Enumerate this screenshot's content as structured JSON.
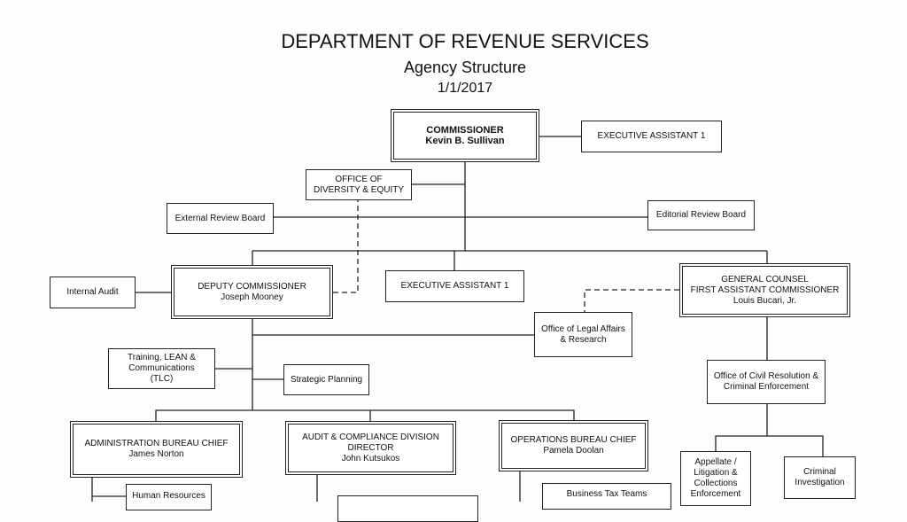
{
  "header": {
    "title": "DEPARTMENT OF REVENUE SERVICES",
    "subtitle": "Agency Structure",
    "date": "1/1/2017"
  },
  "commissioner": {
    "title": "COMMISSIONER",
    "name": "Kevin B. Sullivan"
  },
  "exec_assistant_top": "EXECUTIVE ASSISTANT 1",
  "diversity": {
    "line1": "OFFICE OF",
    "line2": "DIVERSITY & EQUITY"
  },
  "external_review": "External Review Board",
  "editorial_review": "Editorial Review Board",
  "internal_audit": "Internal Audit",
  "deputy": {
    "title": "DEPUTY  COMMISSIONER",
    "name": "Joseph Mooney"
  },
  "exec_assistant_mid": "EXECUTIVE ASSISTANT 1",
  "general_counsel": {
    "line1": "GENERAL COUNSEL",
    "line2": "FIRST ASSISTANT COMMISSIONER",
    "name": "Louis Bucari, Jr."
  },
  "legal_affairs": {
    "line1": "Office of Legal Affairs",
    "line2": "& Research"
  },
  "training": {
    "line1": "Training, LEAN &",
    "line2": "Communications",
    "line3": "(TLC)"
  },
  "strategic_planning": "Strategic Planning",
  "civil_resolution": {
    "line1": "Office of Civil Resolution &",
    "line2": "Criminal Enforcement"
  },
  "admin": {
    "title": "ADMINISTRATION BUREAU CHIEF",
    "name": "James Norton"
  },
  "audit": {
    "line1": "AUDIT & COMPLIANCE DIVISION",
    "line2": "DIRECTOR",
    "name": "John Kutsukos"
  },
  "operations": {
    "title": "OPERATIONS BUREAU CHIEF",
    "name": "Pamela Doolan"
  },
  "appellate": {
    "line1": "Appellate /",
    "line2": "Litigation &",
    "line3": "Collections",
    "line4": "Enforcement"
  },
  "criminal": {
    "line1": "Criminal",
    "line2": "Investigation"
  },
  "human_resources": "Human Resources",
  "business_tax": "Business Tax Teams"
}
